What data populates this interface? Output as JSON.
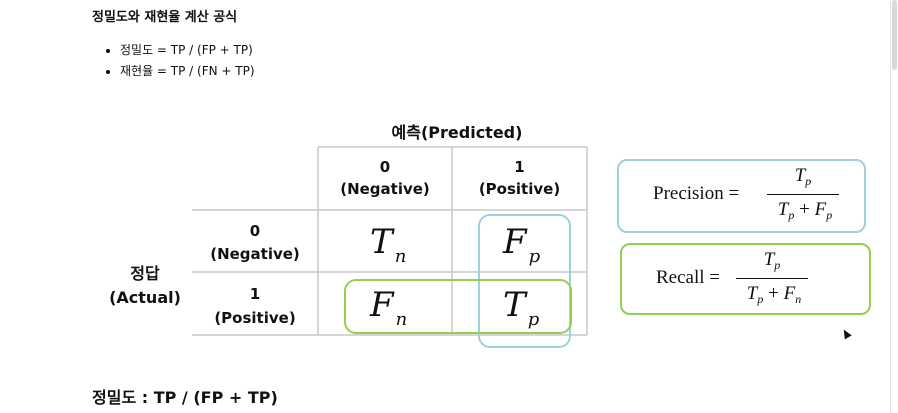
{
  "heading": "정밀도와 재현율 계산 공식",
  "formulas": [
    "정밀도 = TP / (FP + TP)",
    "재현율 = TP / (FN + TP)"
  ],
  "matrix": {
    "predicted_header": "예측(Predicted)",
    "col0_value": "0",
    "col0_label": "(Negative)",
    "col1_value": "1",
    "col1_label": "(Positive)",
    "actual_label_1": "정답",
    "actual_label_2": "(Actual)",
    "row0_value": "0",
    "row0_label": "(Negative)",
    "row1_value": "1",
    "row1_label": "(Positive)",
    "tn": {
      "main": "T",
      "sub": "n"
    },
    "fp": {
      "main": "F",
      "sub": "p"
    },
    "fn": {
      "main": "F",
      "sub": "n"
    },
    "tp": {
      "main": "T",
      "sub": "p"
    }
  },
  "precision_box": {
    "label": "Precision =",
    "num_main": "T",
    "num_sub": "p",
    "den_a_main": "T",
    "den_a_sub": "p",
    "den_op": " + ",
    "den_b_main": "F",
    "den_b_sub": "p"
  },
  "recall_box": {
    "label": "Recall =",
    "num_main": "T",
    "num_sub": "p",
    "den_a_main": "T",
    "den_a_sub": "p",
    "den_op": " + ",
    "den_b_main": "F",
    "den_b_sub": "n"
  },
  "bottom_title": "정밀도 : TP / (FP + TP)",
  "colors": {
    "blue_outline": "#9fd0df",
    "green_outline": "#92cf52",
    "grid": "#c8c8c8"
  }
}
